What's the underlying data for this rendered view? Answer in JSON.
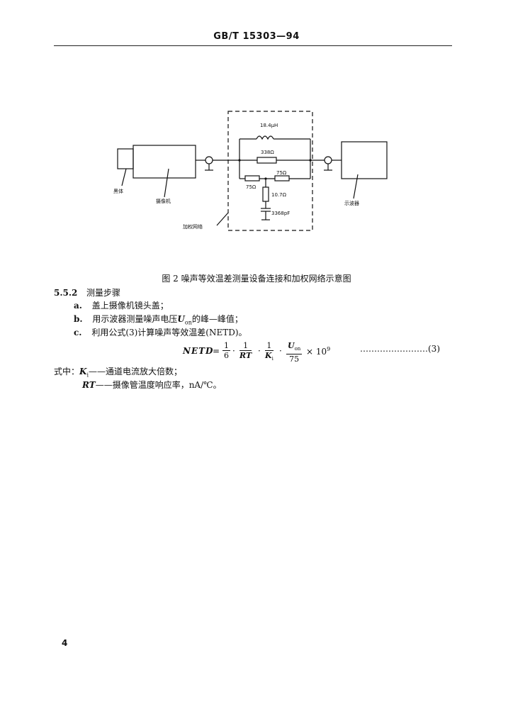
{
  "header": {
    "standard_code": "GB/T 15303—94"
  },
  "figure": {
    "labels": {
      "inductor": "18.4μH",
      "resistor_top": "338Ω",
      "resistor_right": "75Ω",
      "resistor_left": "75Ω",
      "resistor_bottom": "10.7Ω",
      "capacitor": "3368pF",
      "noise_source": "黑体",
      "camera": "摄像机",
      "oscilloscope": "示波器",
      "network": "加权网络"
    },
    "caption": "图 2 噪声等效温差测量设备连接和加权网络示意图"
  },
  "section": {
    "number": "5.5.2",
    "title": "测量步骤"
  },
  "steps": [
    {
      "label": "a.",
      "text": "盖上摄像机镜头盖；"
    },
    {
      "label": "b.",
      "text_pre": "用示波器测量噪声电压",
      "symbol": "U",
      "subscript": "on",
      "text_post": "的峰—峰值；"
    },
    {
      "label": "c.",
      "text": "利用公式(3)计算噪声等效温差(NETD)。"
    }
  ],
  "formula": {
    "lhs": "NETD",
    "eq": "=",
    "frac1_num": "1",
    "frac1_den": "6",
    "dot": "·",
    "frac2_num": "1",
    "frac2_den": "RT",
    "frac3_num": "1",
    "frac3_den_sym": "K",
    "frac3_den_sub": "i",
    "frac4_num_sym": "U",
    "frac4_num_sub": "on",
    "frac4_den": "75",
    "times": "× 10",
    "exponent": "9",
    "equation_number": "……………………(3)"
  },
  "where": {
    "intro": "式中：",
    "items": [
      {
        "symbol": "K",
        "subscript": "i",
        "text": "——通道电流放大倍数；"
      },
      {
        "symbol": "RT",
        "text": "——摄像管温度响应率，nA/℃。"
      }
    ]
  },
  "page_number": "4"
}
